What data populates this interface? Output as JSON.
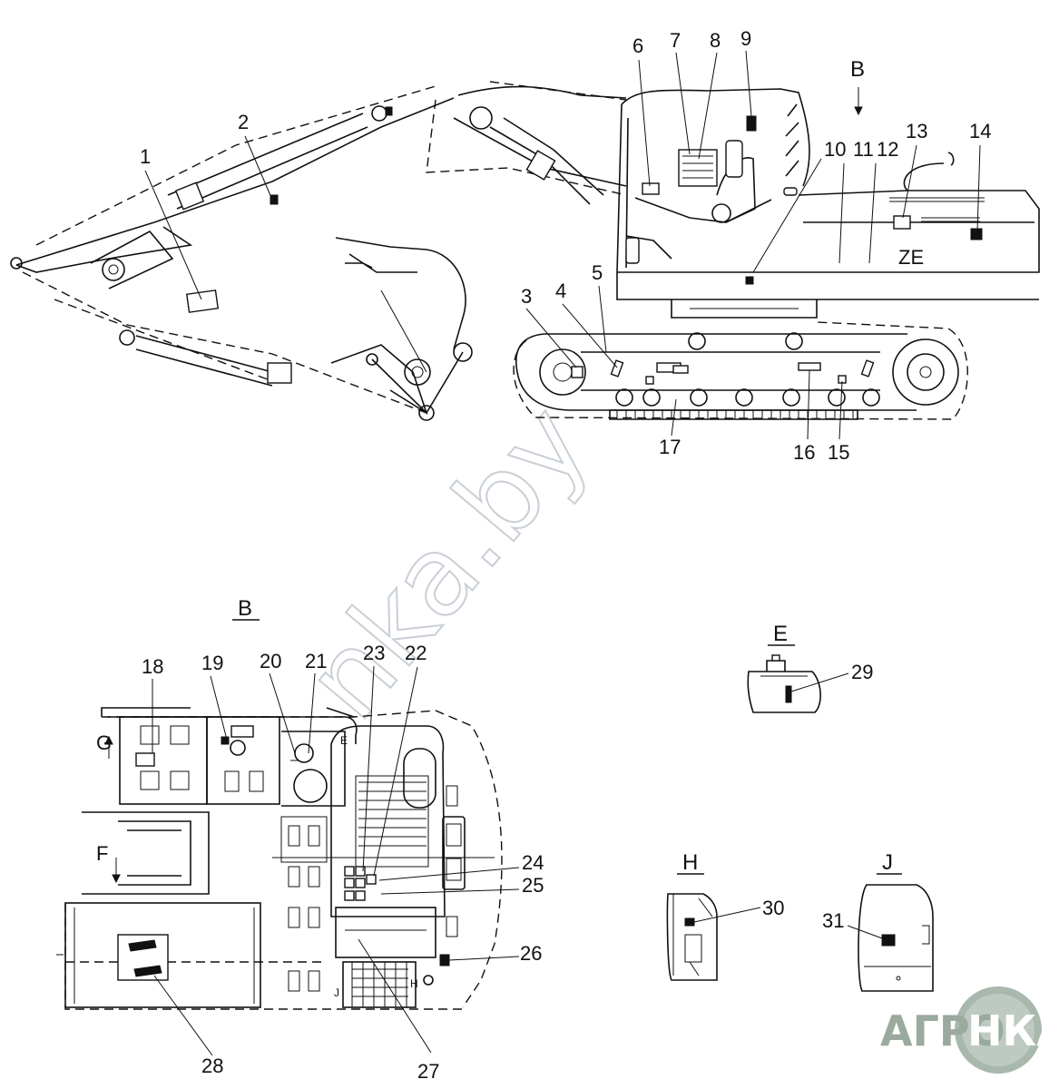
{
  "watermark": "nka.by",
  "logo": {
    "text_left": "АГРО",
    "text_right": "НКА"
  },
  "views": {
    "B_top": "B",
    "B": "B",
    "E": "E",
    "F": "F",
    "G": "G",
    "H": "H",
    "J": "J",
    "ZE": "ZE"
  },
  "callouts": {
    "n1": "1",
    "n2": "2",
    "n3": "3",
    "n4": "4",
    "n5": "5",
    "n6": "6",
    "n7": "7",
    "n8": "8",
    "n9": "9",
    "n10": "10",
    "n11": "11",
    "n12": "12",
    "n13": "13",
    "n14": "14",
    "n15": "15",
    "n16": "16",
    "n17": "17",
    "n18": "18",
    "n19": "19",
    "n20": "20",
    "n21": "21",
    "n22": "22",
    "n23": "23",
    "n24": "24",
    "n25": "25",
    "n26": "26",
    "n27": "27",
    "n28": "28",
    "n29": "29",
    "n30": "30",
    "n31": "31"
  },
  "inset_labels": {
    "e_small": "E",
    "h_small": "H",
    "j_small": "J"
  }
}
